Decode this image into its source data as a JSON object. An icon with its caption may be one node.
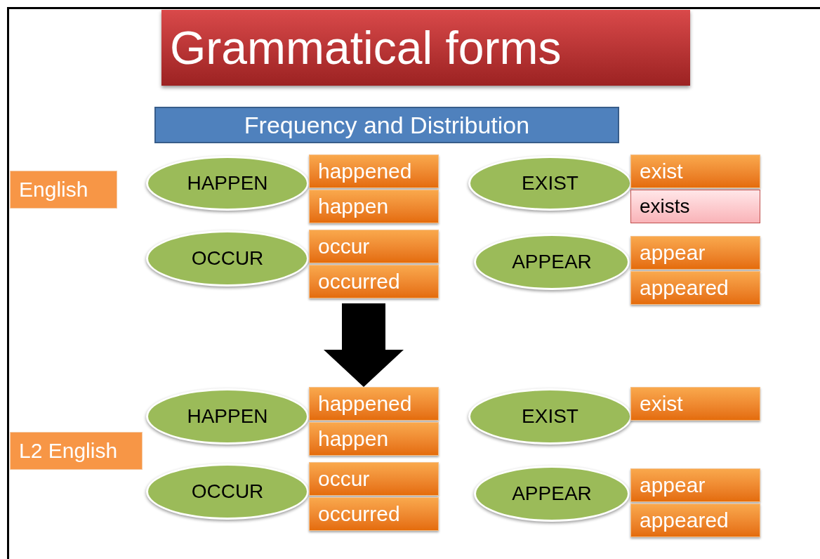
{
  "diagram": {
    "title": "Grammatical forms",
    "nodes": [
      {
        "text": [
          "Frequency and Distribution"
        ]
      },
      {
        "text": [
          "English"
        ]
      },
      {
        "text": [
          "HAPPEN"
        ]
      },
      {
        "text": [
          "happened"
        ]
      },
      {
        "text": [
          "happen"
        ]
      },
      {
        "text": [
          "EXIST"
        ]
      },
      {
        "text": [
          "exist"
        ]
      },
      {
        "text": [
          "exists"
        ]
      },
      {
        "text": [
          "OCCUR"
        ]
      },
      {
        "text": [
          "occur"
        ]
      },
      {
        "text": [
          "occurred"
        ]
      },
      {
        "text": [
          "APPEAR"
        ]
      },
      {
        "text": [
          "appear"
        ]
      },
      {
        "text": [
          "appeared"
        ]
      },
      {
        "text": [
          "L2 English"
        ]
      },
      {
        "text": [
          "HAPPEN"
        ]
      },
      {
        "text": [
          "happened"
        ]
      },
      {
        "text": [
          "happen"
        ]
      },
      {
        "text": [
          "EXIST"
        ]
      },
      {
        "text": [
          "exist"
        ]
      },
      {
        "text": [
          "OCCUR"
        ]
      },
      {
        "text": [
          "occur"
        ]
      },
      {
        "text": [
          "occurred"
        ]
      },
      {
        "text": [
          "APPEAR"
        ]
      },
      {
        "text": [
          "appear"
        ]
      },
      {
        "text": [
          "appeared"
        ]
      }
    ],
    "edges": [
      {
        "from": 10,
        "to": 16,
        "arrow": "to",
        "style": "thick"
      }
    ]
  }
}
